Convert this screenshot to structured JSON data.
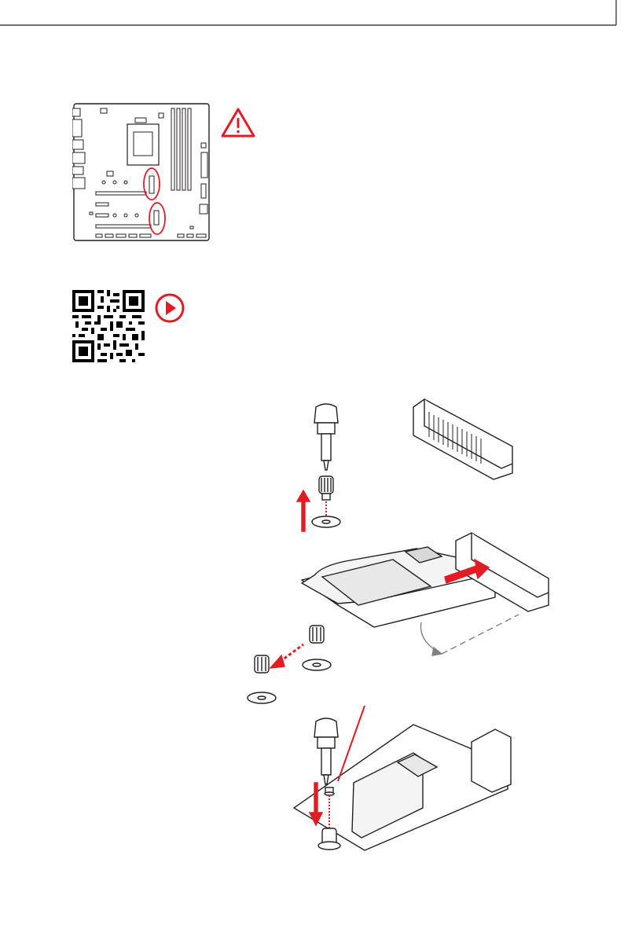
{
  "page": {
    "background": "#ffffff"
  },
  "colors": {
    "accent": "#e31b23",
    "line": "#231f20",
    "dashed": "#808080"
  },
  "icons": {
    "warning": "warning-triangle-icon",
    "play": "play-video-icon",
    "qr": "qr-code"
  },
  "illustrations": [
    "motherboard-m2-slot-locator",
    "remove-standoff-screw",
    "insert-m2-ssd",
    "move-standoff-screw",
    "fasten-m2-screw"
  ]
}
